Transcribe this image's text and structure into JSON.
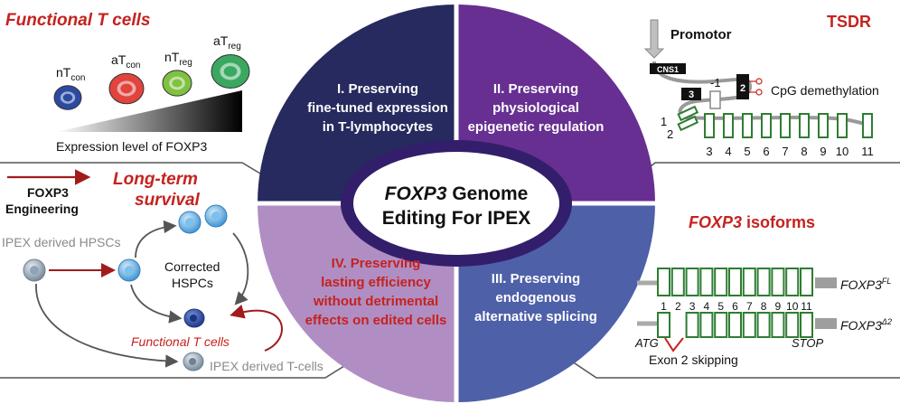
{
  "center": {
    "line1_italic": "FOXP3",
    "line1_rest": " Genome",
    "line2": "Editing For IPEX"
  },
  "quadrants": [
    {
      "lines": [
        "I. Preserving",
        "fine-tuned expression",
        "in T-lymphocytes"
      ],
      "color": "#262a5e"
    },
    {
      "lines": [
        "II. Preserving",
        "physiological",
        "epigenetic regulation"
      ],
      "color": "#672f91"
    },
    {
      "lines": [
        "III. Preserving",
        "endogenous",
        "alternative splicing"
      ],
      "color": "#4e60a8"
    },
    {
      "lines": [
        "IV. Preserving",
        "lasting efficiency",
        "without detrimental",
        "effects on edited cells"
      ],
      "color": "#b08ec3"
    }
  ],
  "functional": {
    "title": "Functional T cells",
    "cells": [
      {
        "main": "nT",
        "sub": "con",
        "color": "#2b4aa0"
      },
      {
        "main": "aT",
        "sub": "con",
        "color": "#e0443c"
      },
      {
        "main": "nT",
        "sub": "reg",
        "color": "#7fc241"
      },
      {
        "main": "aT",
        "sub": "reg",
        "color": "#3aa861"
      }
    ],
    "axis_label": "Expression level of FOXP3"
  },
  "tsdr": {
    "title": "TSDR",
    "promotor": "Promotor",
    "cns1": "CNS1",
    "box3": "3",
    "box2": "2",
    "minus1": "-1",
    "cpg": "CpG demethylation",
    "exon_left": [
      "1",
      "2"
    ],
    "exon_numbers": [
      "3",
      "4",
      "5",
      "6",
      "7",
      "8",
      "9",
      "10",
      "11"
    ]
  },
  "longterm": {
    "arrow_label": "FOXP3 Engineering",
    "title": "Long-term survival",
    "hpsc": "IPEX derived HPSCs",
    "corrected": "Corrected HSPCs",
    "functional": "Functional T cells",
    "tcells": "IPEX derived T-cells"
  },
  "isoforms": {
    "title_italic": "FOXP3",
    "title_rest": " isoforms",
    "fl_label": "FOXP3",
    "fl_sup": "FL",
    "d2_label": "FOXP3",
    "d2_sup": "Δ2",
    "exon_numbers": [
      "1",
      "2",
      "3",
      "4",
      "5",
      "6",
      "7",
      "8",
      "9",
      "10",
      "11"
    ],
    "atg": "ATG",
    "stop": "STOP",
    "skip": "Exon 2 skipping"
  }
}
